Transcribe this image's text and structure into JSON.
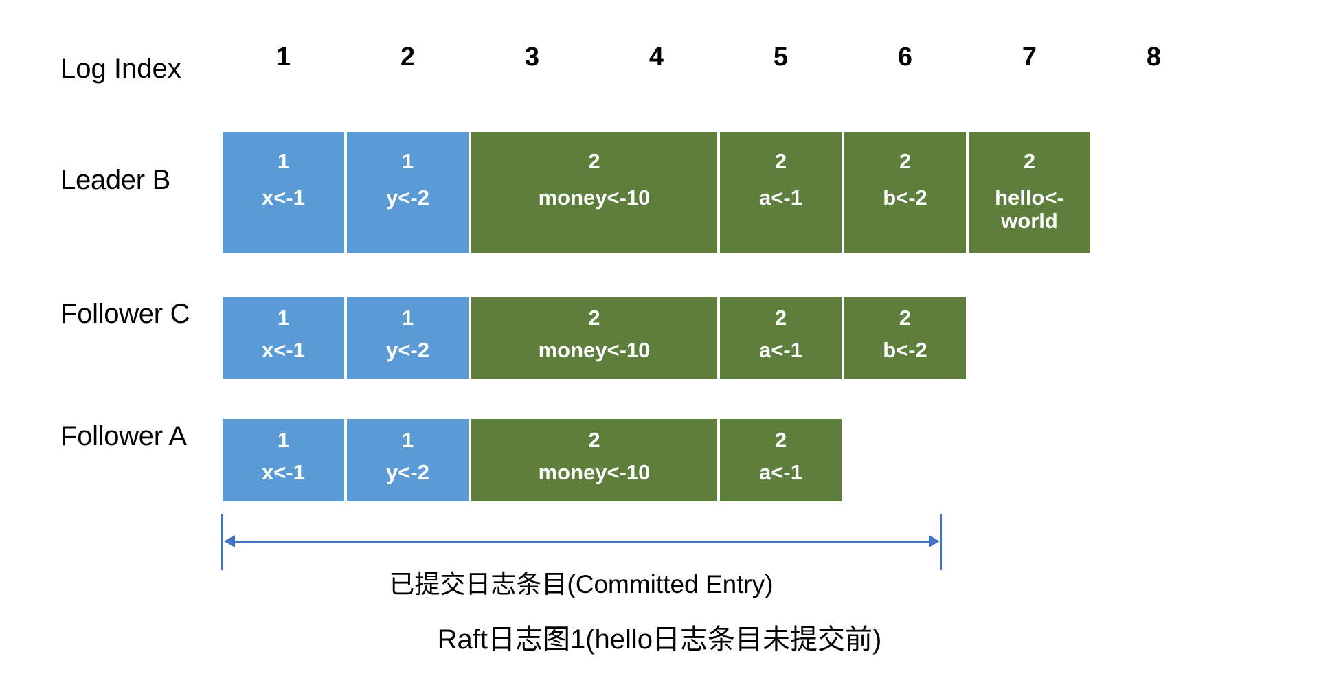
{
  "diagram": {
    "index_header_label": "Log Index",
    "index_numbers": [
      "1",
      "2",
      "3",
      "4",
      "5",
      "6",
      "7",
      "8"
    ],
    "committed_label": "已提交日志条目(Committed Entry)",
    "caption": "Raft日志图1(hello日志条目未提交前)",
    "colors": {
      "term1_blue": "#5B9BD5",
      "term2_green": "#5E7F3C",
      "arrow_blue": "#4472C4",
      "background": "#FFFFFF",
      "cell_text": "#FFFFFF",
      "label_text": "#000000"
    },
    "rows": [
      {
        "label": "Leader B",
        "entries": [
          {
            "term": "1",
            "command": "x<-1",
            "color": "blue",
            "span": 1
          },
          {
            "term": "1",
            "command": "y<-2",
            "color": "blue",
            "span": 1
          },
          {
            "term": "2",
            "command": "money<-10",
            "color": "green",
            "span": 2
          },
          {
            "term": "2",
            "command": "a<-1",
            "color": "green",
            "span": 1
          },
          {
            "term": "2",
            "command": "b<-2",
            "color": "green",
            "span": 1
          },
          {
            "term": "2",
            "command": "hello<-\nworld",
            "color": "green",
            "span": 1
          }
        ]
      },
      {
        "label": "Follower C",
        "entries": [
          {
            "term": "1",
            "command": "x<-1",
            "color": "blue",
            "span": 1
          },
          {
            "term": "1",
            "command": "y<-2",
            "color": "blue",
            "span": 1
          },
          {
            "term": "2",
            "command": "money<-10",
            "color": "green",
            "span": 2
          },
          {
            "term": "2",
            "command": "a<-1",
            "color": "green",
            "span": 1
          },
          {
            "term": "2",
            "command": "b<-2",
            "color": "green",
            "span": 1
          }
        ]
      },
      {
        "label": "Follower A",
        "entries": [
          {
            "term": "1",
            "command": "x<-1",
            "color": "blue",
            "span": 1
          },
          {
            "term": "1",
            "command": "y<-2",
            "color": "blue",
            "span": 1
          },
          {
            "term": "2",
            "command": "money<-10",
            "color": "green",
            "span": 2
          },
          {
            "term": "2",
            "command": "a<-1",
            "color": "green",
            "span": 1
          }
        ]
      }
    ]
  }
}
